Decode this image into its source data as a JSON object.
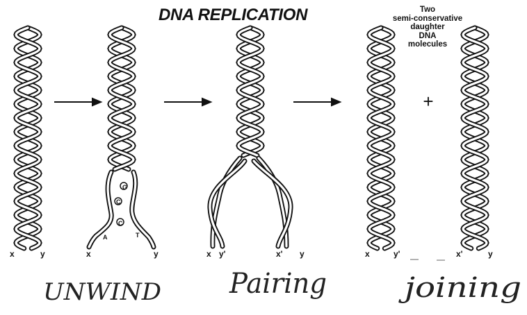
{
  "title": "DNA REPLICATION",
  "note": [
    "Two",
    "semi-conservative",
    "daughter",
    "DNA",
    "molecules"
  ],
  "plus_sign": "+",
  "strand_labels": {
    "s1": [
      "x",
      "y"
    ],
    "s2": [
      "x",
      "y"
    ],
    "s3": [
      "x",
      "y'",
      "x'",
      "y"
    ],
    "s4": [
      "x",
      "y'",
      "x'",
      "y"
    ]
  },
  "bases": [
    "G",
    "C",
    "C",
    "T",
    "A"
  ],
  "steps": [
    "UNWIND",
    "Pairing",
    "joining"
  ]
}
